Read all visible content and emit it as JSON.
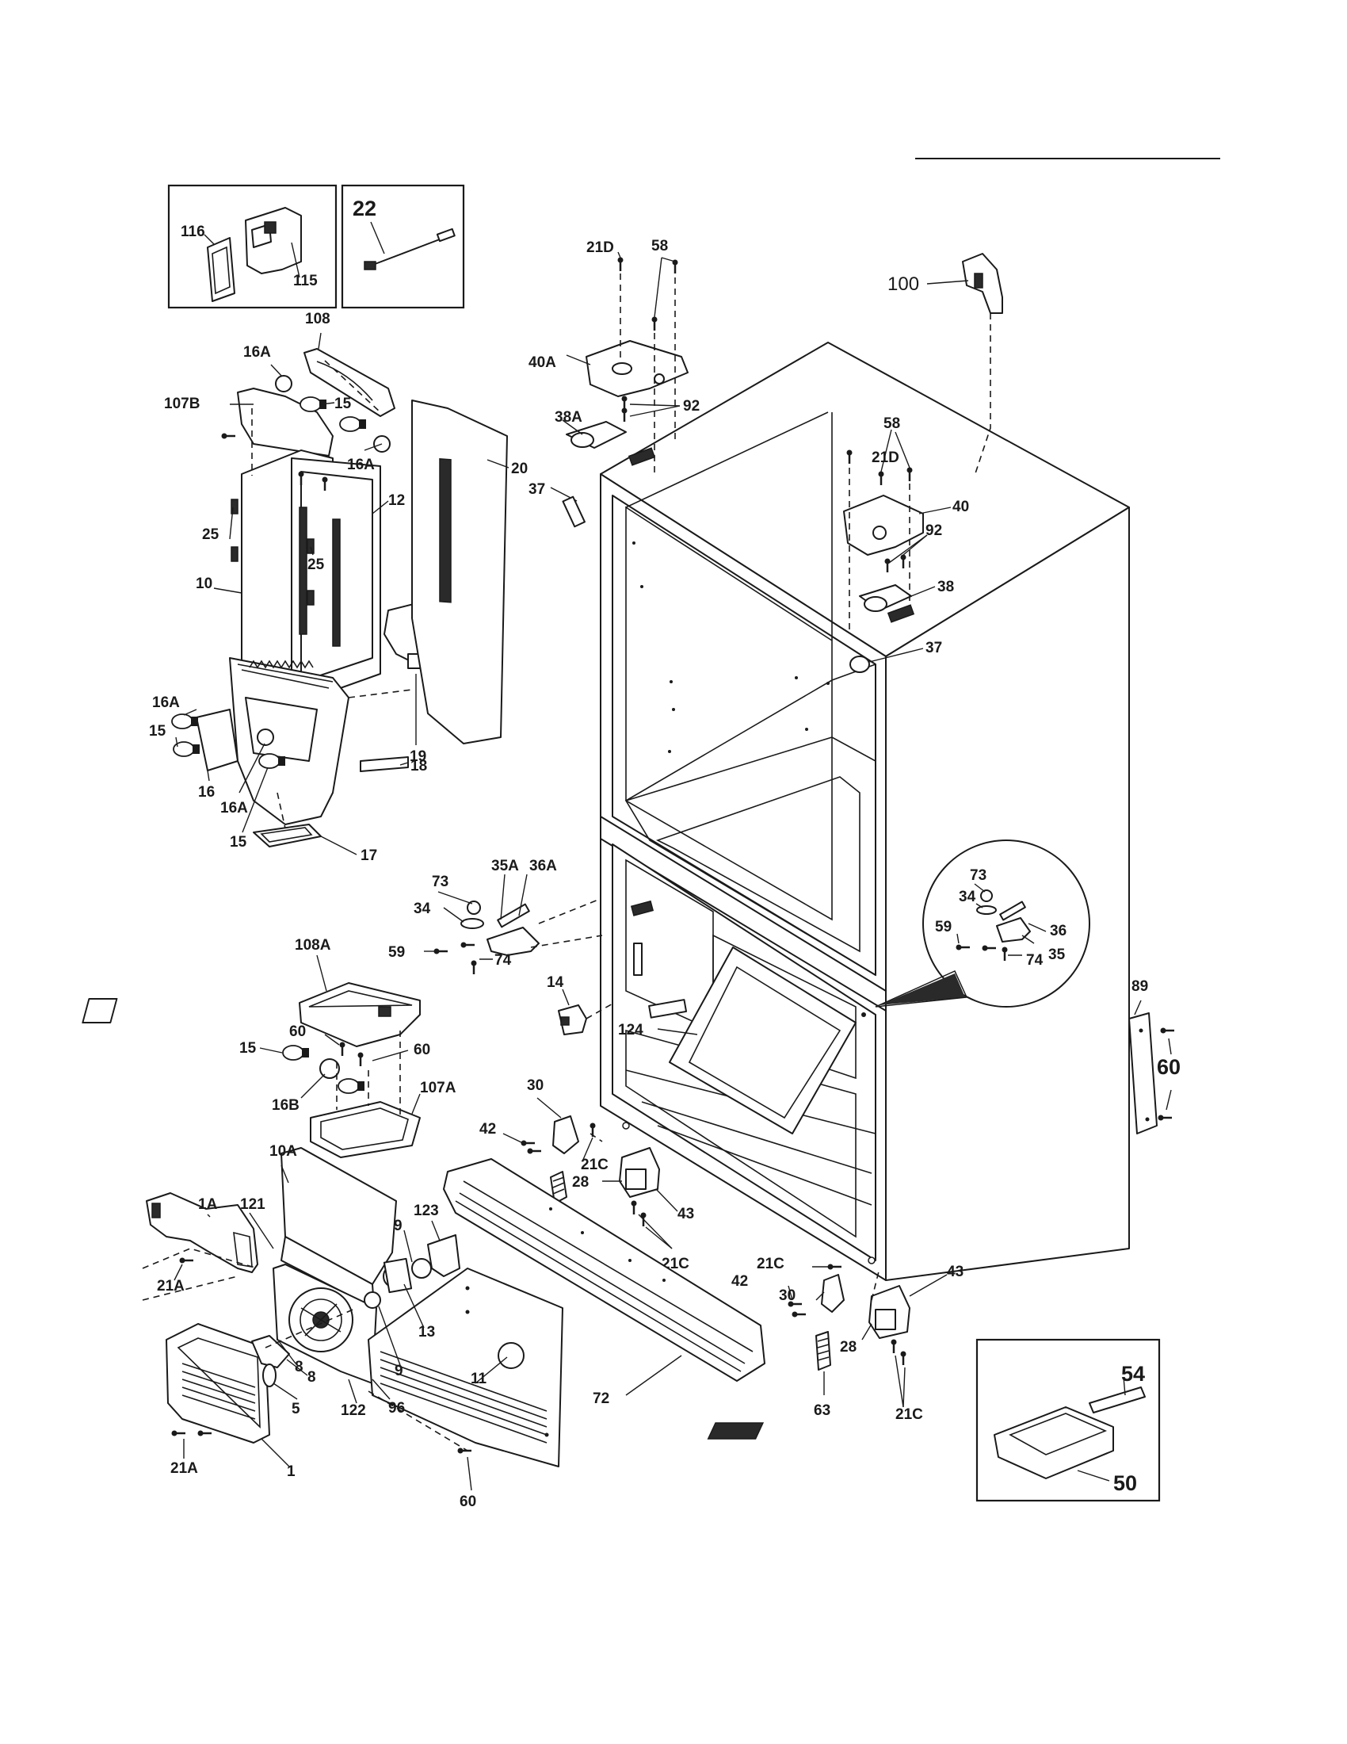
{
  "labels": {
    "l116": "116",
    "l115": "115",
    "l22": "22",
    "l108": "108",
    "l16A_a": "16A",
    "l107B": "107B",
    "l15_a": "15",
    "l16A_b": "16A",
    "l20": "20",
    "l12": "12",
    "l25_a": "25",
    "l25_b": "25",
    "l10": "10",
    "l16A_c": "16A",
    "l15_b": "15",
    "l16": "16",
    "l16A_d": "16A",
    "l15_c": "15",
    "l19": "19",
    "l18": "18",
    "l17": "17",
    "l21D_a": "21D",
    "l58_a": "58",
    "l100": "100",
    "l40A": "40A",
    "l92_a": "92",
    "l38A": "38A",
    "l37_a": "37",
    "l58_b": "58",
    "l21D_b": "21D",
    "l40": "40",
    "l92_b": "92",
    "l38": "38",
    "l37_b": "37",
    "l73_a": "73",
    "l35A": "35A",
    "l36A": "36A",
    "l34_a": "34",
    "l59_a": "59",
    "l74_a": "74",
    "l73_b": "73",
    "l34_b": "34",
    "l59_b": "59",
    "l36": "36",
    "l74_b": "74",
    "l35": "35",
    "l108A": "108A",
    "l14": "14",
    "l124": "124",
    "l89": "89",
    "l60_a": "60",
    "l60_b": "60",
    "l15_d": "15",
    "l60_c": "60",
    "l16B": "16B",
    "l107A": "107A",
    "l30_a": "30",
    "l42_a": "42",
    "l21C_a": "21C",
    "l28_a": "28",
    "l63_a": "63",
    "l43_a": "43",
    "l21C_b": "21C",
    "l10A": "10A",
    "l1A": "1A",
    "l121": "121",
    "l123": "123",
    "l9_a": "9",
    "l9_b": "9",
    "l13": "13",
    "l11": "11",
    "l21A_a": "21A",
    "l8_a": "8",
    "l8_b": "8",
    "l5": "5",
    "l122": "122",
    "l96": "96",
    "l1": "1",
    "l21A_b": "21A",
    "l60_d": "60",
    "l72": "72",
    "l21C_c": "21C",
    "l42_b": "42",
    "l30_b": "30",
    "l43_b": "43",
    "l28_b": "28",
    "l63_b": "63",
    "l21C_d": "21C",
    "l54": "54",
    "l50": "50"
  },
  "icons": [
    "screw-icon",
    "lamp-bulb-icon",
    "hinge-icon",
    "caster-icon"
  ]
}
